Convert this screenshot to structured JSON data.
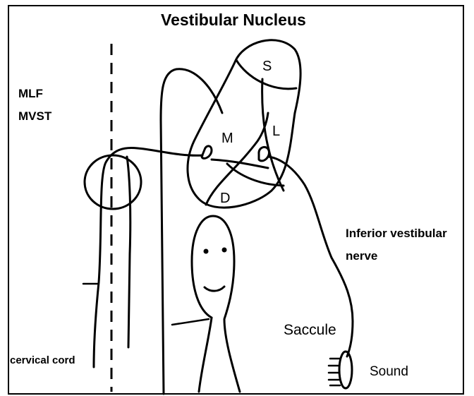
{
  "diagram": {
    "title": "Vestibular Nucleus",
    "tract_label_1": "MLF",
    "tract_label_2": "MVST",
    "region_s": "S",
    "region_l": "L",
    "region_m": "M",
    "region_d": "D",
    "nerve_label_1": "Inferior vestibular",
    "nerve_label_2": "nerve",
    "organ_label": "Saccule",
    "stimulus_label": "Sound",
    "cord_label": "cervical cord"
  }
}
